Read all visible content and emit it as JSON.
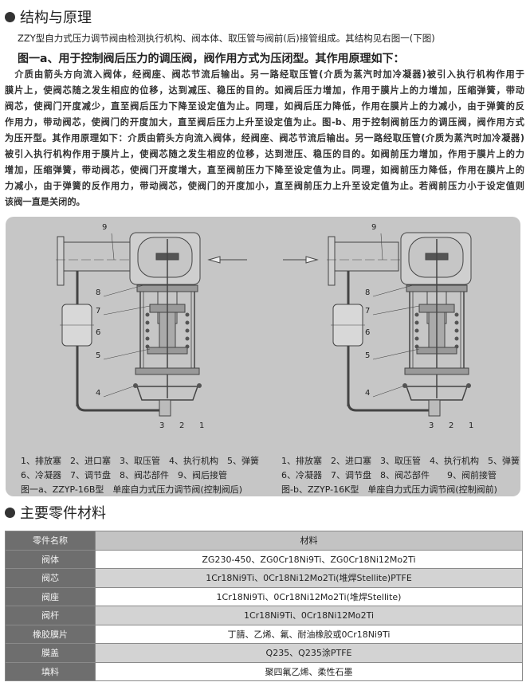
{
  "section1": {
    "title": "结构与原理",
    "intro": "ZZY型自力式压力调节阀由检测执行机构、阀本体、取压管与阀前(后)接管组成。其结构见右图一(下图)",
    "subtitle": "图一a、用于控制阀后压力的调压阀，阀作用方式为压闭型。其作用原理如下：",
    "paragraph_lines": [
      "　介质由箭头方向流入阀体，经阀座、阀芯节流后输出。另一路经取压管(介质为蒸汽时加冷凝器)被引入执行机构作用于",
      "膜片上，使阀芯随之发生相应的位移，达到减压、稳压的目的。如阀后压力增加，作用于膜片上的力增加，压缩弹簧，带动",
      "阀芯，使阀门开度减少，直至阀后压力下降至设定值为止。同理，如阀后压力降低，作用在膜片上的力减小，由于弹簧的反",
      "作用力，带动阀芯，使阀门的开度加大，直至阀后压力上升至设定值为止。图-b、用于控制阀前压力的调压阀，阀作用方式",
      "为压开型。其作用原理如下：介质由箭头方向流入阀体，经阀座、阀芯节流后输出。另一路经取压管(介质为蒸汽时加冷凝器)",
      "被引入执行机构作用于膜片上，使阀芯随之发生相应的位移，达到泄压、稳压的目的。如阀前压力增加，作用于膜片上的力",
      "增加，压缩弹簧，带动阀芯，使阀门开度增大，直至阀前压力下降至设定值为止。同理，如阀前压力降低，作用在膜片上的",
      "力减小，由于弹簧的反作用力，带动阀芯，使阀门的开度加小，直至阀前压力上升至设定值为止。若阀前压力小于设定值则",
      "该阀一直是关闭的。"
    ]
  },
  "figure": {
    "labels": [
      "1",
      "2",
      "3",
      "4",
      "5",
      "6",
      "7",
      "8",
      "9"
    ],
    "a": {
      "line1": "1、排放塞　2、进口塞　3、取压管　4、执行机构　5、弹簧",
      "line2": "6、冷凝器　7、调节盘　8、阀芯部件　9、阀后接管",
      "caption": "图一a、ZZYP-16B型　单座自力式压力调节阀(控制阀后)"
    },
    "b": {
      "line1": "1、排放塞　2、进口塞　3、取压管　4、执行机构　5、弹簧",
      "line2": "6、冷凝器　7、调节盘　8、阀芯部件　　9、阀前接管",
      "caption": "图-b、ZZYP-16K型　单座自力式压力调节阀(控制阀前)"
    }
  },
  "section2": {
    "title": "主要零件材料",
    "headers": [
      "零件名称",
      "材料"
    ],
    "rows": [
      [
        "阀体",
        "ZG230-450、ZG0Cr18Ni9Ti、ZG0Cr18Ni12Mo2Ti"
      ],
      [
        "阀芯",
        "1Cr18Ni9Ti、0Cr18Ni12Mo2Ti(堆焊Stellite)PTFE"
      ],
      [
        "阀座",
        "1Cr18Ni9Ti、0Cr18Ni12Mo2Ti(堆焊Stellite)"
      ],
      [
        "阀杆",
        "1Cr18Ni9Ti、0Cr18Ni12Mo2Ti"
      ],
      [
        "橡胶膜片",
        "丁腈、乙烯、氟、耐油橡胶或0Cr18Ni9Ti"
      ],
      [
        "膜盖",
        "Q235、Q235涂PTFE"
      ],
      [
        "填料",
        "聚四氟乙烯、柔性石墨"
      ]
    ]
  }
}
